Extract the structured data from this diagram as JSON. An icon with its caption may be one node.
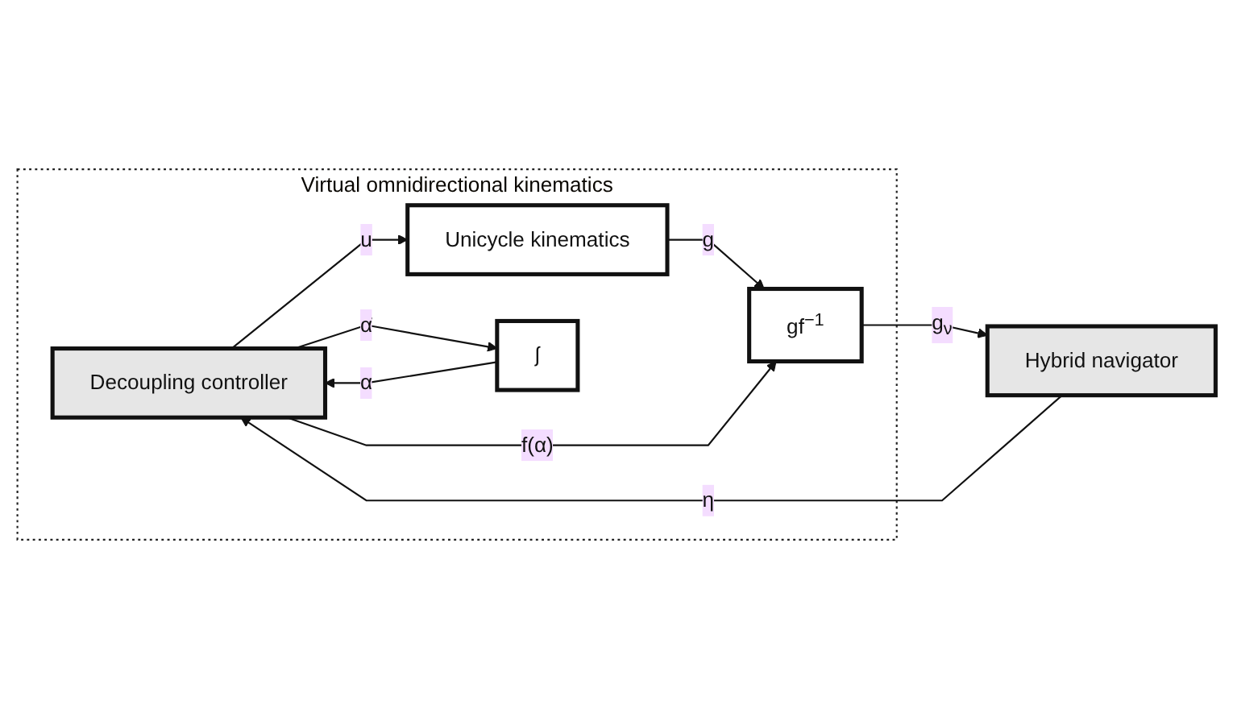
{
  "diagram": {
    "nodes": [
      {
        "text": [
          "Virtual omnidirectional kinematics"
        ]
      },
      {
        "text": [
          "Hybrid navigator"
        ]
      },
      {
        "text": [
          "Decoupling controller"
        ],
        "in": 0
      },
      {
        "text": [
          "Unicycle kinematics"
        ],
        "in": 0
      },
      {
        "text": [
          "∫"
        ],
        "in": 0
      },
      {
        "text": [
          "gf$^{−1}$"
        ],
        "in": 0
      }
    ],
    "edges": [
      {
        "from": 1,
        "to": 2,
        "arrow": "to",
        "label": "η"
      },
      {
        "from": 2,
        "to": 3,
        "arrow": "to",
        "label": "u"
      },
      {
        "from": 3,
        "to": 5,
        "arrow": "to",
        "label": "g"
      },
      {
        "from": 2,
        "to": 5,
        "arrow": "to",
        "label": "f(α)"
      },
      {
        "from": 2,
        "to": 4,
        "arrow": "to",
        "label": "α̇"
      },
      {
        "from": 4,
        "to": 2,
        "arrow": "to",
        "label": "α"
      },
      {
        "from": 5,
        "to": 1,
        "arrow": "to",
        "label": "g$_{ν}$"
      }
    ]
  }
}
